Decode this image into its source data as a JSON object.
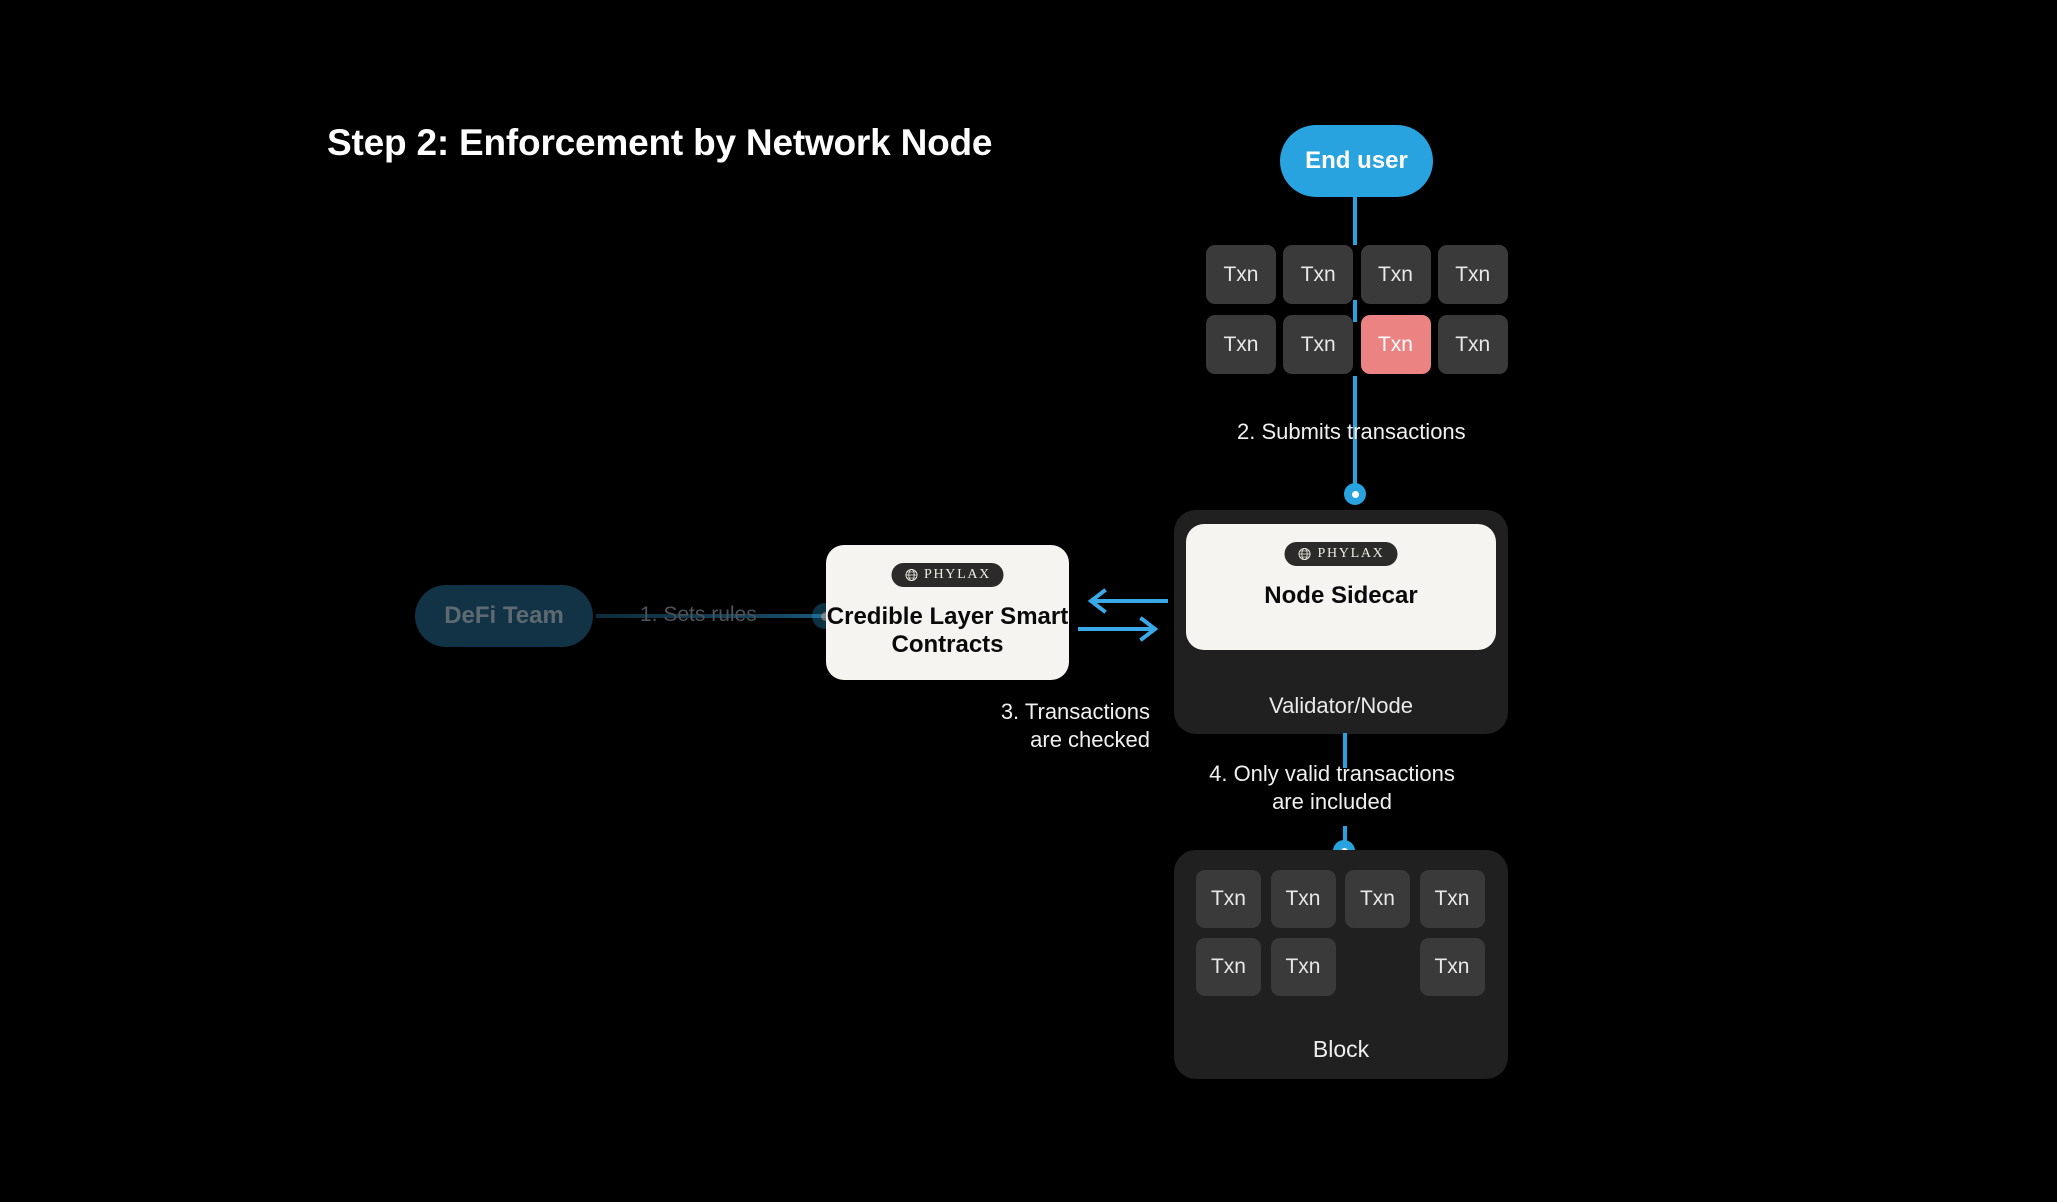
{
  "title": "Step 2: Enforcement by Network Node",
  "brand": {
    "phylax_label": "PHYLAX",
    "accent_blue": "#29A3DF",
    "invalid_red": "#EB8383",
    "card_cream": "#F5F4F0",
    "panel_gray": "#202020",
    "txn_gray": "#3A3A3A",
    "dim_teal": "#123245"
  },
  "nodes": {
    "end_user": "End user",
    "defi_team": "DeFi Team",
    "credible_layer": "Credible Layer\nSmart Contracts",
    "node_sidecar": "Node Sidecar",
    "validator_node": "Validator/Node",
    "block": "Block"
  },
  "steps": {
    "step1": "1. Sets rules",
    "step2": "2. Submits transactions",
    "step3": "3. Transactions\nare checked",
    "step4": "4. Only valid transactions\nare included"
  },
  "txn_label": "Txn",
  "pending_transactions": [
    {
      "label": "Txn",
      "state": "valid"
    },
    {
      "label": "Txn",
      "state": "valid"
    },
    {
      "label": "Txn",
      "state": "valid"
    },
    {
      "label": "Txn",
      "state": "valid"
    },
    {
      "label": "Txn",
      "state": "valid"
    },
    {
      "label": "Txn",
      "state": "valid"
    },
    {
      "label": "Txn",
      "state": "invalid"
    },
    {
      "label": "Txn",
      "state": "valid"
    }
  ],
  "block_transactions": [
    {
      "label": "Txn",
      "state": "valid"
    },
    {
      "label": "Txn",
      "state": "valid"
    },
    {
      "label": "Txn",
      "state": "valid"
    },
    {
      "label": "Txn",
      "state": "valid"
    },
    {
      "label": "Txn",
      "state": "valid"
    },
    {
      "label": "Txn",
      "state": "valid"
    },
    {
      "label": "",
      "state": "empty"
    },
    {
      "label": "Txn",
      "state": "valid"
    }
  ]
}
